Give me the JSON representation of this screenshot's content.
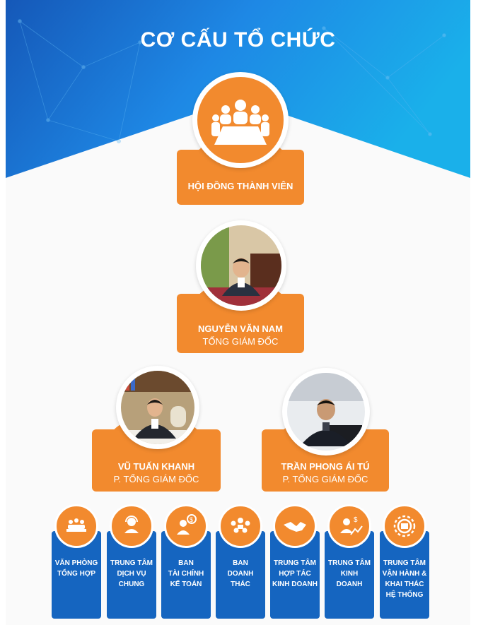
{
  "title": "CƠ CẤU TỔ CHỨC",
  "board": {
    "label": "HỘI ĐỒNG THÀNH VIÊN",
    "icon": "meeting-table-icon"
  },
  "ceo": {
    "name": "NGUYỄN VĂN NAM",
    "role": "TỔNG GIÁM ĐỐC"
  },
  "deputies": [
    {
      "name": "VŨ TUẤN KHANH",
      "role": "P. TỔNG GIÁM ĐỐC"
    },
    {
      "name": "TRẦN PHONG ÁI TÚ",
      "role": "P. TỔNG GIÁM ĐỐC"
    }
  ],
  "departments": [
    {
      "label": "VĂN PHÒNG\nTỔNG HỢP",
      "icon": "meeting-icon"
    },
    {
      "label": "TRUNG TÂM\nDỊCH VỤ\nCHUNG",
      "icon": "support-agent-icon"
    },
    {
      "label": "BAN\nTÀI CHÍNH\nKẾ TOÁN",
      "icon": "finance-person-icon"
    },
    {
      "label": "BAN\nDOANH\nTHÁC",
      "icon": "team-icon"
    },
    {
      "label": "TRUNG TÂM\nHỢP TÁC\nKINH DOANH",
      "icon": "handshake-icon"
    },
    {
      "label": "TRUNG TÂM\nKINH\nDOANH",
      "icon": "sales-growth-icon"
    },
    {
      "label": "TRUNG TÂM\nVẬN HÀNH &\nKHAI THÁC\nHỆ THỐNG",
      "icon": "gear-mail-icon"
    }
  ],
  "colors": {
    "blue": "#1565c0",
    "orange": "#f28a2e",
    "lightBlue": "#2aa8e8"
  }
}
